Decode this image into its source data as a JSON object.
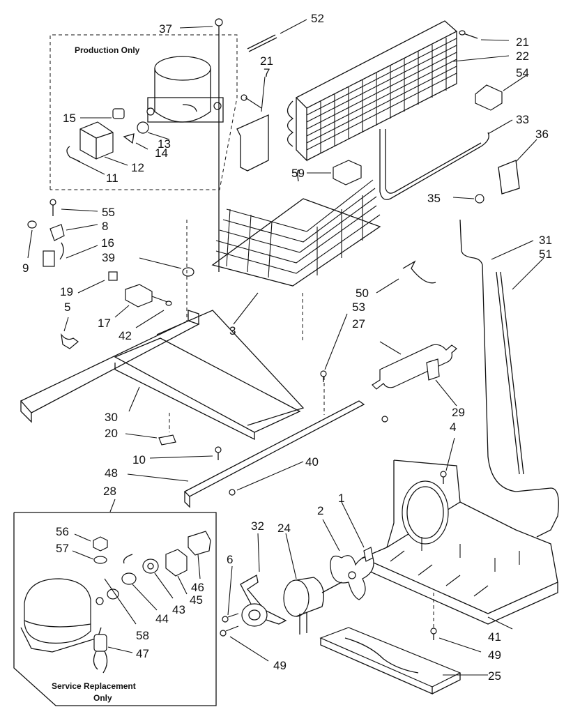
{
  "boxes": {
    "production": {
      "title": "Production Only"
    },
    "service": {
      "title_line1": "Service Replacement",
      "title_line2": "Only"
    }
  },
  "callouts": [
    "37",
    "52",
    "21",
    "7",
    "21",
    "22",
    "54",
    "15",
    "13",
    "14",
    "12",
    "11",
    "33",
    "36",
    "59",
    "35",
    "55",
    "8",
    "16",
    "9",
    "39",
    "19",
    "17",
    "42",
    "5",
    "3",
    "31",
    "51",
    "50",
    "53",
    "27",
    "29",
    "30",
    "20",
    "10",
    "40",
    "48",
    "4",
    "28",
    "2",
    "1",
    "24",
    "32",
    "6",
    "56",
    "57",
    "58",
    "44",
    "43",
    "45",
    "46",
    "47",
    "41",
    "49",
    "49",
    "25"
  ]
}
